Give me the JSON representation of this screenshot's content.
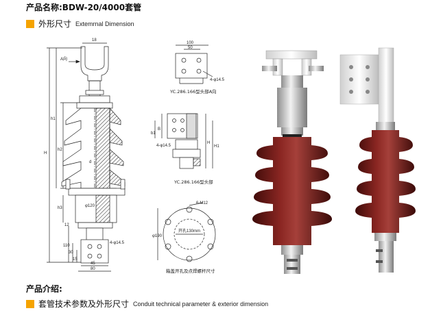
{
  "header": {
    "product_name": "产品名称:BDW-20/4000套管"
  },
  "section_outline": {
    "title_cn": "外形尺寸",
    "title_en": "Extemrnal Dimension"
  },
  "intro": {
    "label": "产品介绍:"
  },
  "section_params": {
    "title_cn": "套管技术参数及外形尺寸",
    "title_en": "Conduit technical parameter & exterior dimension"
  },
  "drawing_main": {
    "dim_top": "18",
    "view_a": "A向",
    "dim_h1": "h1",
    "dim_h": "H",
    "dim_h2": "h2",
    "dim_h3": "h3",
    "dim_phi120": "φ120",
    "dim_12": "12",
    "dim_110": "110",
    "dim_30": "30",
    "dim_15": "15",
    "dim_45": "45",
    "dim_80": "80",
    "dim_hole": "4-φ14.5",
    "dim_d": "d"
  },
  "drawing_head_a": {
    "dim_100": "100",
    "dim_50": "50",
    "dim_hole": "4-φ14.5",
    "caption": "YC.286.166型头部A向"
  },
  "drawing_head": {
    "dim_b": "B",
    "dim_b1": "b1",
    "dim_hole": "4-φ14.5",
    "dim_h": "H",
    "dim_h1": "H1",
    "caption": "YC.286.166型头部"
  },
  "drawing_flange": {
    "dim_m12": "6-M12",
    "dim_phi190": "φ190",
    "dim_open": "开孔130mm",
    "caption": "箱盖开孔及点焊螺杆尺寸"
  },
  "colors": {
    "accent": "#f5a300",
    "porcelain": "#6b1a17",
    "line": "#222222"
  }
}
